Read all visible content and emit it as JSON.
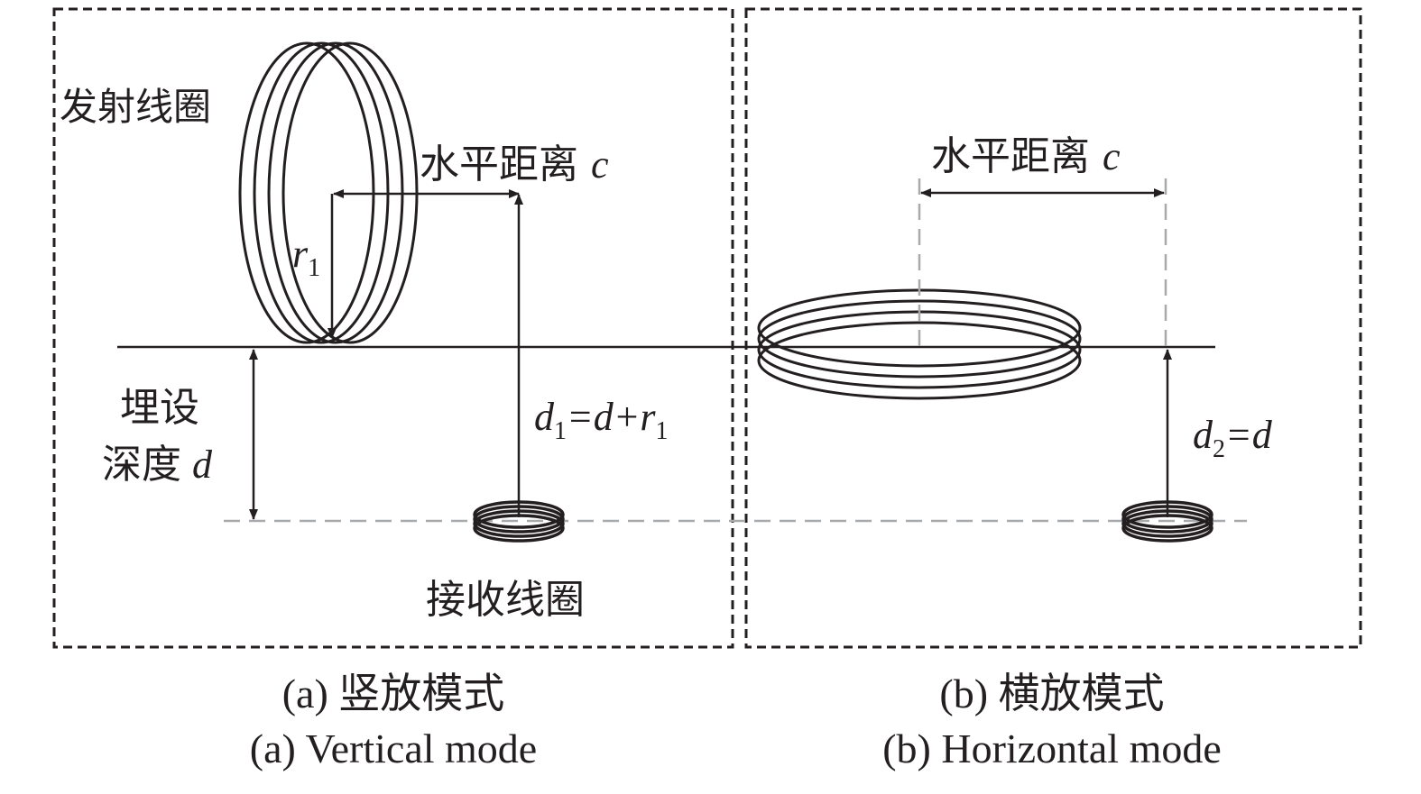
{
  "colors": {
    "ink": "#231f20",
    "guide": "#a7a9ac",
    "background": "#ffffff"
  },
  "panel_a": {
    "transmit_coil_label": "发射线圈",
    "horizontal_distance_label": "水平距离",
    "horizontal_distance_symbol": "c",
    "radius_symbol": "r",
    "radius_subscript": "1",
    "burial_label_line1": "埋设",
    "burial_label_line2": "深度",
    "burial_symbol": "d",
    "distance_formula": {
      "d": "d",
      "sub": "1",
      "rest": "=d+r",
      "sub2": "1"
    },
    "receive_coil_label": "接收线圈",
    "caption_cn": "(a) 竖放模式",
    "caption_en": "(a) Vertical mode"
  },
  "panel_b": {
    "horizontal_distance_label": "水平距离",
    "horizontal_distance_symbol": "c",
    "distance_formula": {
      "d": "d",
      "sub": "2",
      "rest": "=d"
    },
    "caption_cn": "(b) 横放模式",
    "caption_en": "(b) Horizontal mode"
  }
}
